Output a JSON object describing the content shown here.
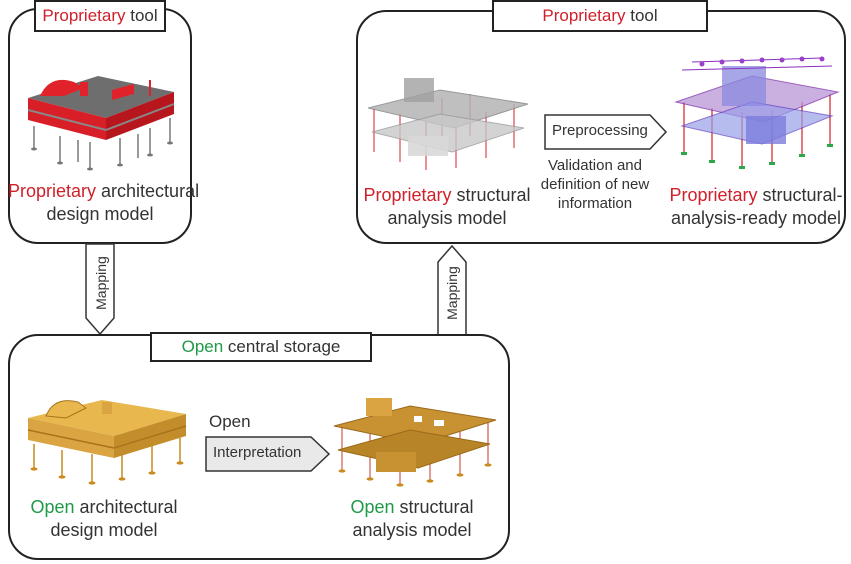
{
  "top_left": {
    "title_prefix": "Proprietary",
    "title_suffix": " tool",
    "caption_prefix": "Proprietary",
    "caption_line1_suffix": " architectural",
    "caption_line2": "design model"
  },
  "top_right": {
    "title_prefix": "Proprietary",
    "title_suffix": " tool",
    "left_caption_prefix": "Proprietary",
    "left_caption_line1_suffix": " structural",
    "left_caption_line2": "analysis model",
    "process_label": "Preprocessing",
    "process_note_line1": "Validation and",
    "process_note_line2": "definition of new",
    "process_note_line3": "information",
    "right_caption_prefix": "Proprietary",
    "right_caption_line1_suffix": " structural-",
    "right_caption_line2": "analysis-ready model"
  },
  "bottom": {
    "title_prefix": "Open",
    "title_suffix": " central storage",
    "left_caption_prefix": "Open",
    "left_caption_line1_suffix": " architectural",
    "left_caption_line2": "design model",
    "interp_prefix": "Open",
    "interp_label": "Interpretation",
    "right_caption_prefix": "Open",
    "right_caption_line1_suffix": " structural",
    "right_caption_line2": "analysis model"
  },
  "mapping_left": "Mapping",
  "mapping_right": "Mapping",
  "colors": {
    "proprietary": "#d0202a",
    "open": "#1f9a47",
    "model_gold": "#d9a441",
    "model_grey": "#8a8a8a",
    "model_purple": "#9b3fc8"
  }
}
